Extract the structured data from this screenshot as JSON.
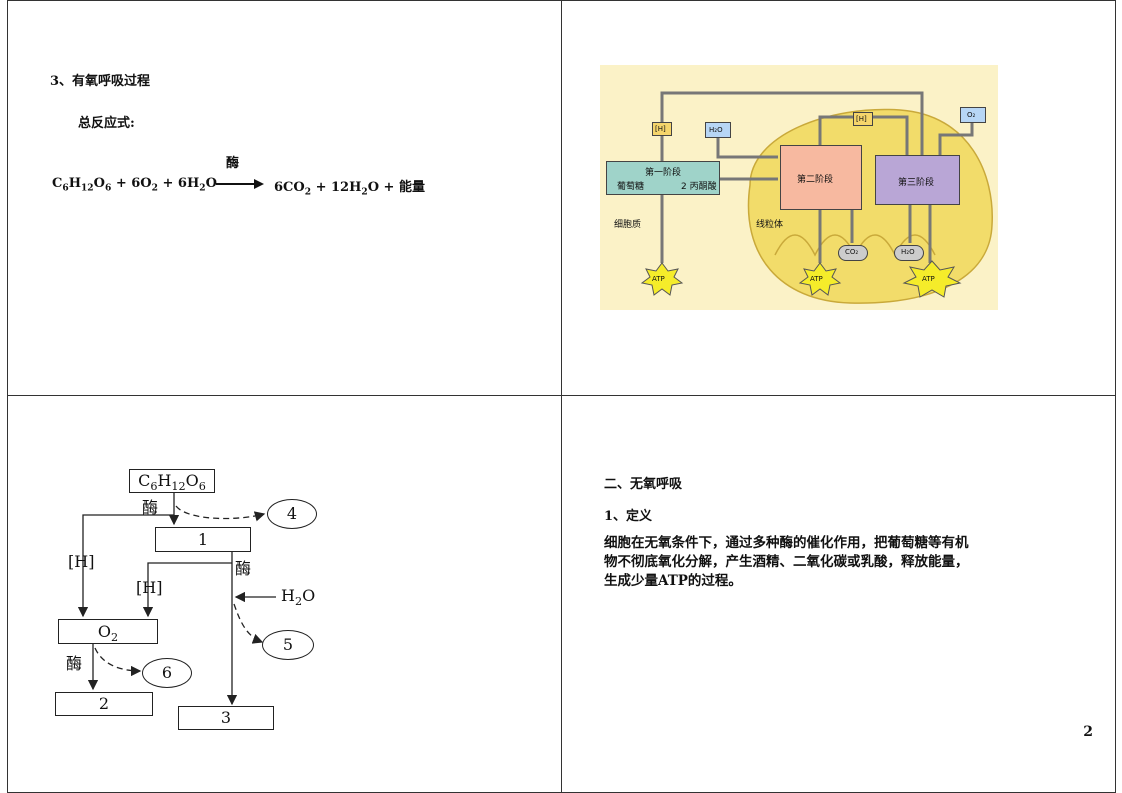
{
  "panel1": {
    "heading": "3、有氧呼吸过程",
    "subheading": "总反应式:",
    "enzyme": "酶",
    "equation": {
      "lhs": [
        {
          "t": "C"
        },
        {
          "s": "6"
        },
        {
          "t": "H"
        },
        {
          "s": "12"
        },
        {
          "t": "O"
        },
        {
          "s": "6"
        },
        {
          "t": " + 6O"
        },
        {
          "s": "2"
        },
        {
          "t": " + 6H"
        },
        {
          "s": "2"
        },
        {
          "t": "O"
        }
      ],
      "rhs": [
        {
          "t": "6CO"
        },
        {
          "s": "2"
        },
        {
          "t": " + 12H"
        },
        {
          "s": "2"
        },
        {
          "t": "O + 能量"
        }
      ]
    }
  },
  "panel2": {
    "diagram": {
      "stage1_title": "第一阶段",
      "glucose": "葡萄糖",
      "pyruvate": "2 丙酮酸",
      "stage2": "第二阶段",
      "stage3": "第三阶段",
      "cytoplasm": "细胞质",
      "mitochondrion": "线粒体",
      "h_label": "[H]",
      "h2o": "H₂O",
      "o2": "O₂",
      "co2": "CO₂",
      "atp": "ATP"
    }
  },
  "panel3": {
    "flow": {
      "glucose": {
        "parts": [
          {
            "t": "C"
          },
          {
            "s": "6"
          },
          {
            "t": "H"
          },
          {
            "s": "12"
          },
          {
            "t": "O"
          },
          {
            "s": "6"
          }
        ]
      },
      "enzyme": "酶",
      "box1": "1",
      "box2": "2",
      "box3": "3",
      "ellipse4": "4",
      "ellipse5": "5",
      "ellipse6": "6",
      "h": "[H]",
      "o2": {
        "parts": [
          {
            "t": "O"
          },
          {
            "s": "2"
          }
        ]
      },
      "h2o": {
        "parts": [
          {
            "t": "H"
          },
          {
            "s": "2"
          },
          {
            "t": "O"
          }
        ]
      }
    }
  },
  "panel4": {
    "heading": "二、无氧呼吸",
    "subheading": "1、定义",
    "definition_lines": [
      "细胞在无氧条件下，通过多种酶的催化作用，把葡萄糖等有机",
      "物不彻底氧化分解，产生酒精、二氧化碳或乳酸，释放能量，",
      "生成少量ATP的过程。"
    ]
  },
  "page_number": "2"
}
